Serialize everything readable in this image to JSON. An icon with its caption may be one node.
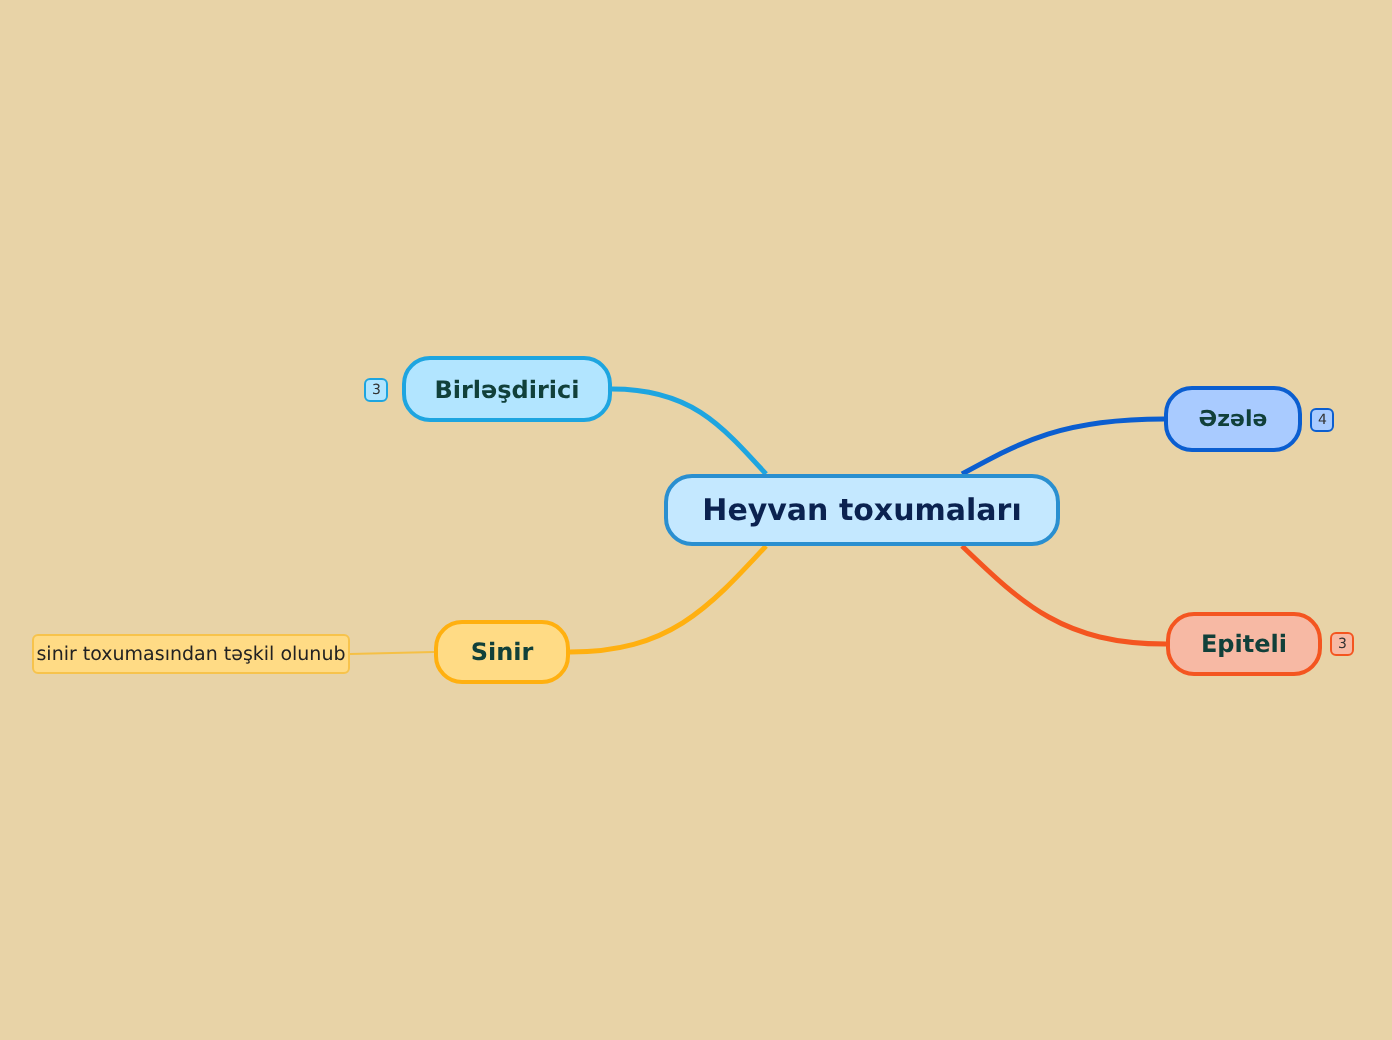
{
  "diagram": {
    "nodes": [
      {
        "text": [
          "Heyvan toxumaları"
        ]
      },
      {
        "text": [
          "Birləşdirici"
        ],
        "beside": [
          "3"
        ]
      },
      {
        "text": [
          "Əzələ"
        ],
        "beside": [
          "4"
        ]
      },
      {
        "text": [
          "Sinir"
        ]
      },
      {
        "text": [
          "Epiteli"
        ],
        "beside": [
          "3"
        ]
      },
      {
        "text": [
          "sinir toxumasından təşkil olunub"
        ]
      }
    ],
    "edges": [
      {
        "from": 0,
        "to": 1,
        "arrow": "none",
        "color": "#1ea5e0"
      },
      {
        "from": 0,
        "to": 2,
        "arrow": "none",
        "color": "#0b5ed0"
      },
      {
        "from": 0,
        "to": 3,
        "arrow": "none",
        "color": "#ffb010"
      },
      {
        "from": 0,
        "to": 4,
        "arrow": "none",
        "color": "#f45520"
      },
      {
        "from": 3,
        "to": 5,
        "arrow": "none",
        "color": "#f5c045"
      }
    ]
  }
}
